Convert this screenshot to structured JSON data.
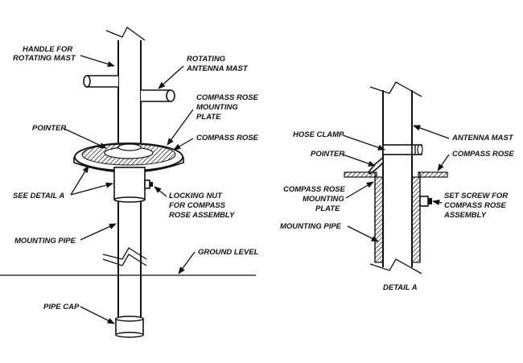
{
  "main_view": {
    "labels": {
      "handle": [
        "HANDLE FOR",
        "ROTATING MAST"
      ],
      "rotating_mast": [
        "ROTATING",
        "ANTENNA MAST"
      ],
      "mounting_plate": [
        "COMPASS ROSE",
        "MOUNTING",
        "PLATE"
      ],
      "pointer": "POINTER",
      "compass_rose": "COMPASS ROSE",
      "see_detail": "SEE DETAIL A",
      "locking_nut": [
        "LOCKING NUT",
        "FOR COMPASS",
        "ROSE ASSEMBLY"
      ],
      "mounting_pipe": "MOUNTING PIPE",
      "ground_level": "GROUND LEVEL",
      "pipe_cap": "PIPE CAP"
    }
  },
  "detail_view": {
    "title": "DETAIL A",
    "labels": {
      "hose_clamp": "HOSE CLAMP",
      "antenna_mast": "ANTENNA MAST",
      "pointer": "POINTER",
      "compass_rose": "COMPASS ROSE",
      "mounting_plate": [
        "COMPASS ROSE",
        "MOUNTING",
        "PLATE"
      ],
      "set_screw": [
        "SET SCREW FOR",
        "COMPASS ROSE",
        "ASSEMBLY"
      ],
      "mounting_pipe": "MOUNTING PIPE"
    }
  }
}
